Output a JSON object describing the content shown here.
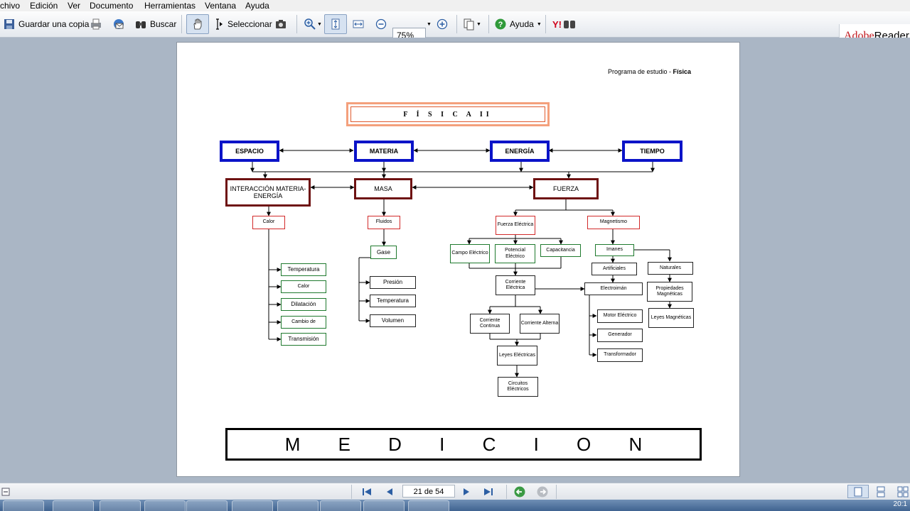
{
  "menu": [
    "chivo",
    "Edición",
    "Ver",
    "Documento",
    "Herramientas",
    "Ventana",
    "Ayuda"
  ],
  "toolbar": {
    "save_copy": "Guardar una copia",
    "search": "Buscar",
    "select": "Seleccionar",
    "zoom": "75%",
    "help": "Ayuda"
  },
  "brand": {
    "adobe": "Adobe",
    "reader": "Reader"
  },
  "document": {
    "header_prefix": "Programa de estudio - ",
    "header_subject": "Física",
    "title": "F Í S I C A  II",
    "footer": "M E D I C I O N",
    "nodes": {
      "espacio": "ESPACIO",
      "materia": "MATERIA",
      "energia": "ENERGÍA",
      "tiempo": "TIEMPO",
      "interaccion": "INTERACCIÓN MATERIA-ENERGÍA",
      "masa": "MASA",
      "fuerza": "FUERZA",
      "calor": "Calor",
      "fluidos": "Fluidos",
      "fuerza_electrica": "Fuerza Eléctrica",
      "magnetismo": "Magnetismo",
      "gase": "Gase",
      "campo_electrico": "Campo Eléctrico",
      "potencial_electrico": "Potencial Eléctrico",
      "capacitancia": "Capacitancia",
      "imanes": "Imanes",
      "temperatura": "Temperatura",
      "calor_sub": "Calor",
      "dilatacion": "Dilatación",
      "cambio_de": "Cambio de",
      "transmision": "Transmisión",
      "presion": "Presión",
      "temperatura2": "Temperatura",
      "volumen": "Volumen",
      "corriente_electrica": "Corriente Eléctrica",
      "corriente_continua": "Corriente Continua",
      "corriente_alterna": "Corriente Alterna",
      "leyes_electricas": "Leyes Eléctricas",
      "circuitos_electricos": "Circuitos Eléctricos",
      "artificiales": "Artificiales",
      "naturales": "Naturales",
      "electroiman": "Electroimán",
      "propiedades_magneticas": "Propiedades Magnéticas",
      "leyes_magneticas": "Leyes Magnéticas",
      "motor_electrico": "Motor Eléctrico",
      "generador": "Generador",
      "transformador": "Transformador"
    }
  },
  "status": {
    "page": "21 de 54"
  },
  "clock": "20:1"
}
